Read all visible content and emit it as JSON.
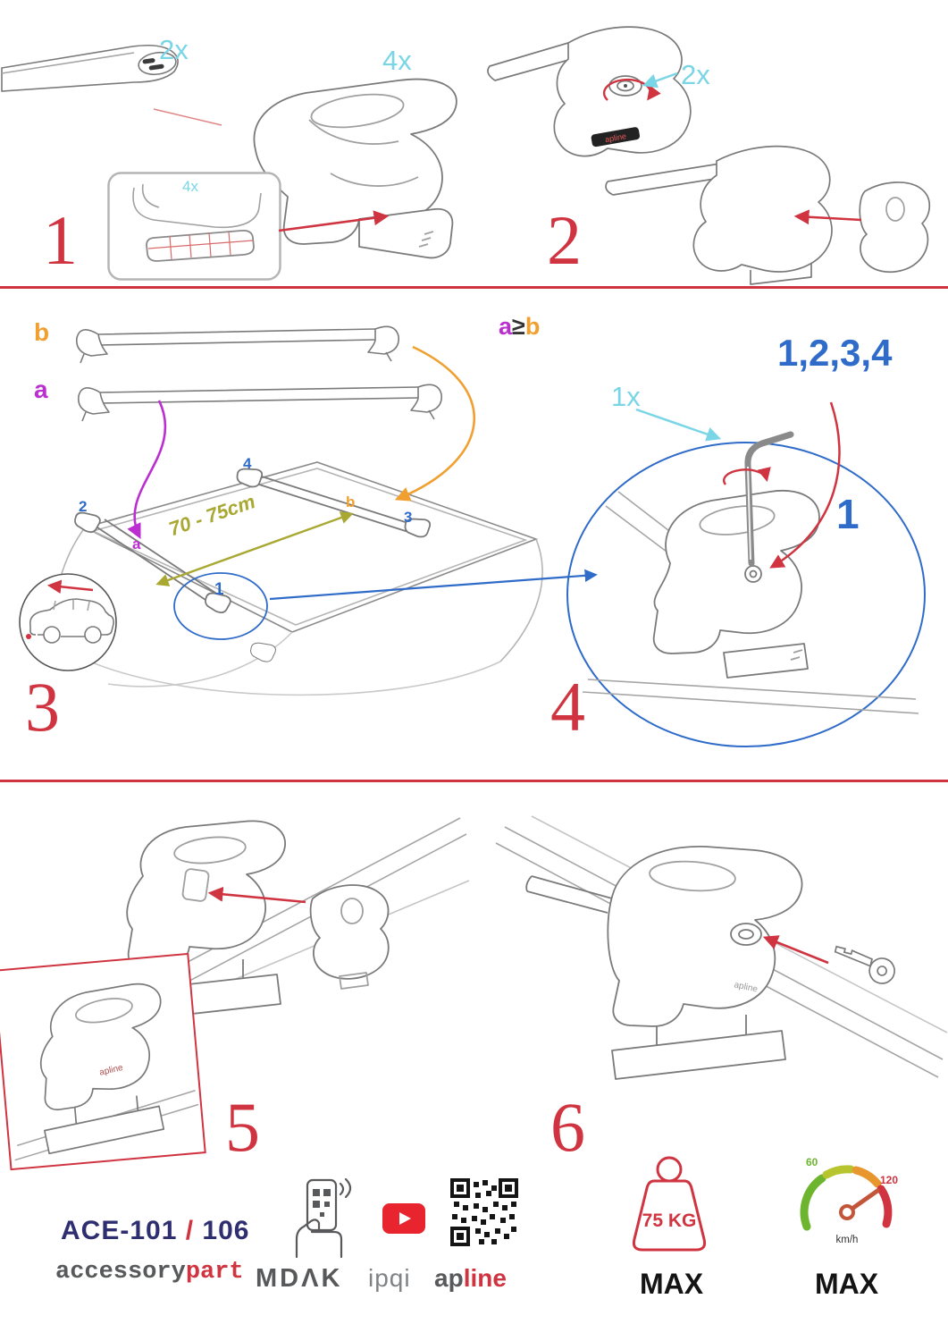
{
  "colors": {
    "step_red": "#cf3440",
    "cyan": "#7ad5e6",
    "blue": "#2f6bc9",
    "purple": "#bb2fd0",
    "orange": "#f0a030",
    "olive": "#a8a832",
    "navy": "#2e2e70",
    "gray_text": "#58595b"
  },
  "logo": {
    "full": "apline",
    "ap": "ap",
    "line": "line"
  },
  "step1": {
    "number": "1",
    "bar_qty": "2x",
    "foot_qty": "4x",
    "pad_qty": "4x"
  },
  "step2": {
    "number": "2",
    "lock_qty": "2x"
  },
  "step3": {
    "number": "3",
    "bar_b_label": "b",
    "bar_a_label": "a",
    "distance_label": "70 - 75cm",
    "pos_1": "1",
    "pos_2": "2",
    "pos_3": "3",
    "pos_4": "4",
    "roof_a_label": "a",
    "roof_b_label": "b"
  },
  "step4": {
    "number": "4",
    "rule_a": "a",
    "rule_op": "≥",
    "rule_b": "b",
    "sequence_label": "1,2,3,4",
    "tool_qty": "1x",
    "first_label": "1"
  },
  "step5": {
    "number": "5"
  },
  "step6": {
    "number": "6"
  },
  "footer": {
    "model_name": "ACE-101",
    "model_sep": "/",
    "model_alt": "106",
    "brand_first": "accessory",
    "brand_second": "part",
    "partner_mdak": "MDΛK",
    "partner_ipqi": "ipqi",
    "apline_first": "ap",
    "apline_second": "line",
    "weight_limit": "75 KG",
    "weight_max_label": "MAX",
    "speed_min": "60",
    "speed_max_value": "120",
    "speed_unit": "km/h",
    "speed_max_label": "MAX"
  }
}
